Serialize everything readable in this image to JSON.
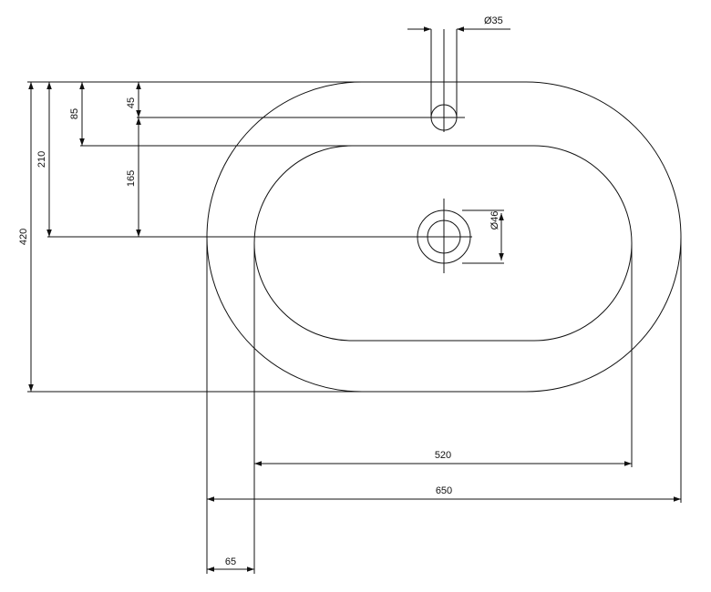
{
  "dimensions": {
    "tap_hole_diameter": "Ø35",
    "drain_diameter": "Ø46",
    "tap_offset_from_top": "45",
    "rim_width_top": "85",
    "drain_offset_from_tap": "165",
    "drain_offset_from_top": "210",
    "overall_depth": "420",
    "inner_bowl_width": "520",
    "overall_width": "650",
    "rim_width_side": "65"
  },
  "colors": {
    "line": "#111111",
    "background": "#ffffff"
  }
}
